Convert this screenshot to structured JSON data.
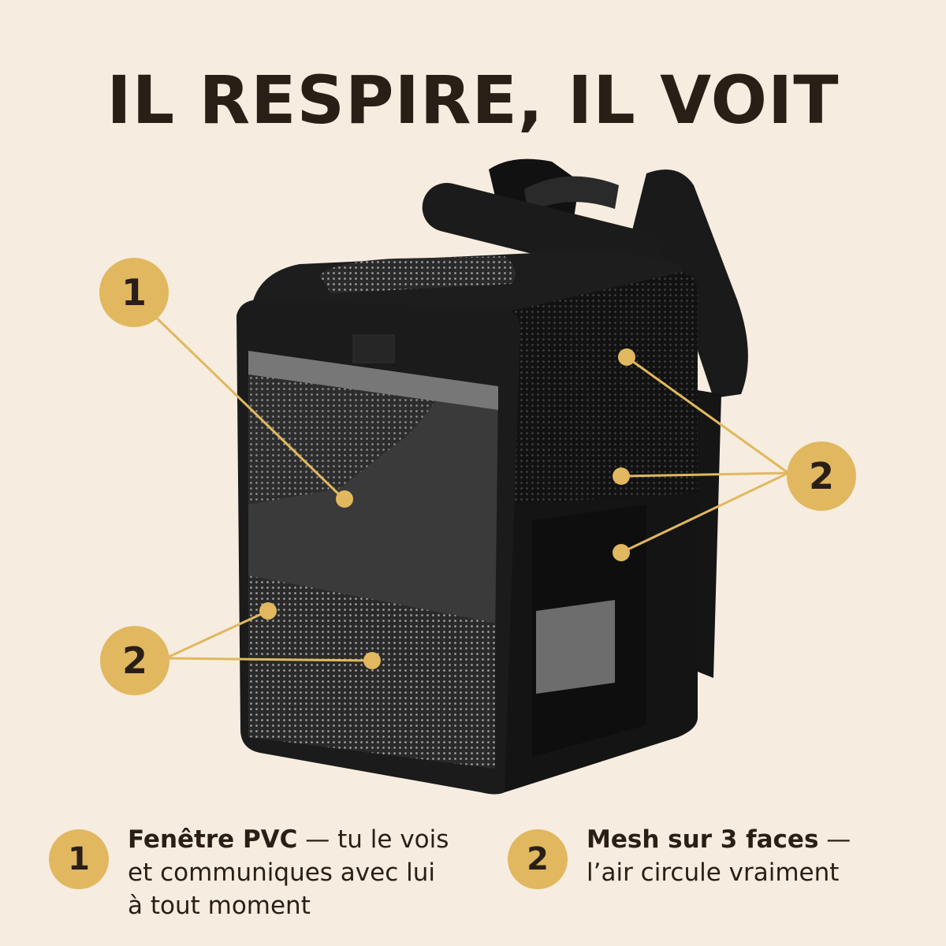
{
  "title": "IL RESPIRE, IL VOIT",
  "colors": {
    "background": "#f7ece0",
    "accent": "#e1b85f",
    "text": "#2a1f17"
  },
  "callouts": [
    {
      "number": "1"
    },
    {
      "number": "2"
    },
    {
      "number": "2"
    }
  ],
  "features": [
    {
      "number": "1",
      "bold": "Fenêtre PVC",
      "line1_rest": " — tu le vois",
      "line2": "et communiques avec lui",
      "line3": "à tout moment"
    },
    {
      "number": "2",
      "bold": "Mesh sur 3 faces",
      "line1_rest": " —",
      "line2": "l’air circule vraiment"
    }
  ]
}
